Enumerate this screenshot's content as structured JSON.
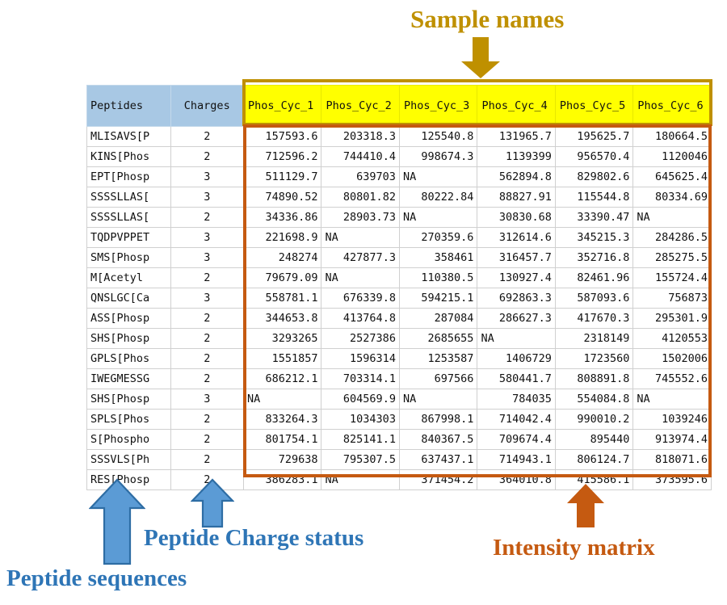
{
  "annotations": {
    "sample_names": {
      "label": "Sample names",
      "color": "#bf9000",
      "arrow": "down-arrow-icon"
    },
    "peptide_sequences": {
      "label": "Peptide sequences",
      "color": "#2e75b6",
      "arrow": "up-arrow-icon"
    },
    "charge_status": {
      "label": "Peptide Charge status",
      "color": "#2e75b6",
      "arrow": "up-arrow-icon"
    },
    "intensity_matrix": {
      "label": "Intensity matrix",
      "color": "#c55a11",
      "arrow": "up-arrow-icon"
    }
  },
  "table": {
    "header_fill_left": "#a8c8e4",
    "header_fill_samples": "#ffff00",
    "columns": [
      {
        "key": "peptides",
        "label": "Peptides"
      },
      {
        "key": "charges",
        "label": "Charges"
      },
      {
        "key": "s1",
        "label": "Phos_Cyc_1"
      },
      {
        "key": "s2",
        "label": "Phos_Cyc_2"
      },
      {
        "key": "s3",
        "label": "Phos_Cyc_3"
      },
      {
        "key": "s4",
        "label": "Phos_Cyc_4"
      },
      {
        "key": "s5",
        "label": "Phos_Cyc_5"
      },
      {
        "key": "s6",
        "label": "Phos_Cyc_6"
      }
    ],
    "rows": [
      {
        "peptides": "MLISAVS[P",
        "charges": "2",
        "s1": "157593.6",
        "s2": "203318.3",
        "s3": "125540.8",
        "s4": "131965.7",
        "s5": "195625.7",
        "s6": "180664.5"
      },
      {
        "peptides": "KINS[Phos",
        "charges": "2",
        "s1": "712596.2",
        "s2": "744410.4",
        "s3": "998674.3",
        "s4": "1139399",
        "s5": "956570.4",
        "s6": "1120046"
      },
      {
        "peptides": "EPT[Phosp",
        "charges": "3",
        "s1": "511129.7",
        "s2": "639703",
        "s3": "NA",
        "s4": "562894.8",
        "s5": "829802.6",
        "s6": "645625.4"
      },
      {
        "peptides": "SSSSLLAS[",
        "charges": "3",
        "s1": "74890.52",
        "s2": "80801.82",
        "s3": "80222.84",
        "s4": "88827.91",
        "s5": "115544.8",
        "s6": "80334.69"
      },
      {
        "peptides": "SSSSLLAS[",
        "charges": "2",
        "s1": "34336.86",
        "s2": "28903.73",
        "s3": "NA",
        "s4": "30830.68",
        "s5": "33390.47",
        "s6": "NA"
      },
      {
        "peptides": "TQDPVPPET",
        "charges": "3",
        "s1": "221698.9",
        "s2": "NA",
        "s3": "270359.6",
        "s4": "312614.6",
        "s5": "345215.3",
        "s6": "284286.5"
      },
      {
        "peptides": "SMS[Phosp",
        "charges": "3",
        "s1": "248274",
        "s2": "427877.3",
        "s3": "358461",
        "s4": "316457.7",
        "s5": "352716.8",
        "s6": "285275.5"
      },
      {
        "peptides": "M[Acetyl",
        "charges": "2",
        "s1": "79679.09",
        "s2": "NA",
        "s3": "110380.5",
        "s4": "130927.4",
        "s5": "82461.96",
        "s6": "155724.4"
      },
      {
        "peptides": "QNSLGC[Ca",
        "charges": "3",
        "s1": "558781.1",
        "s2": "676339.8",
        "s3": "594215.1",
        "s4": "692863.3",
        "s5": "587093.6",
        "s6": "756873"
      },
      {
        "peptides": "ASS[Phosp",
        "charges": "2",
        "s1": "344653.8",
        "s2": "413764.8",
        "s3": "287084",
        "s4": "286627.3",
        "s5": "417670.3",
        "s6": "295301.9"
      },
      {
        "peptides": "SHS[Phosp",
        "charges": "2",
        "s1": "3293265",
        "s2": "2527386",
        "s3": "2685655",
        "s4": "NA",
        "s5": "2318149",
        "s6": "4120553"
      },
      {
        "peptides": "GPLS[Phos",
        "charges": "2",
        "s1": "1551857",
        "s2": "1596314",
        "s3": "1253587",
        "s4": "1406729",
        "s5": "1723560",
        "s6": "1502006"
      },
      {
        "peptides": "IWEGMESSG",
        "charges": "2",
        "s1": "686212.1",
        "s2": "703314.1",
        "s3": "697566",
        "s4": "580441.7",
        "s5": "808891.8",
        "s6": "745552.6"
      },
      {
        "peptides": "SHS[Phosp",
        "charges": "3",
        "s1": "NA",
        "s2": "604569.9",
        "s3": "NA",
        "s4": "784035",
        "s5": "554084.8",
        "s6": "NA"
      },
      {
        "peptides": "SPLS[Phos",
        "charges": "2",
        "s1": "833264.3",
        "s2": "1034303",
        "s3": "867998.1",
        "s4": "714042.4",
        "s5": "990010.2",
        "s6": "1039246"
      },
      {
        "peptides": "S[Phospho",
        "charges": "2",
        "s1": "801754.1",
        "s2": "825141.1",
        "s3": "840367.5",
        "s4": "709674.4",
        "s5": "895440",
        "s6": "913974.4"
      },
      {
        "peptides": "SSSVLS[Ph",
        "charges": "2",
        "s1": "729638",
        "s2": "795307.5",
        "s3": "637437.1",
        "s4": "714943.1",
        "s5": "806124.7",
        "s6": "818071.6"
      },
      {
        "peptides": "RES[Phosp",
        "charges": "2",
        "s1": "386283.1",
        "s2": "NA",
        "s3": "371454.2",
        "s4": "364010.8",
        "s5": "415586.1",
        "s6": "373595.6"
      }
    ]
  }
}
